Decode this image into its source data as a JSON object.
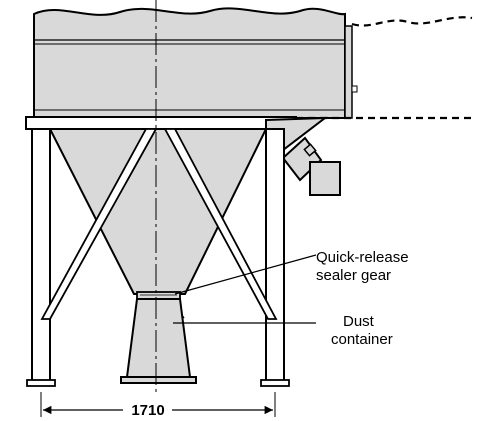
{
  "labels": {
    "sealer_gear_line1": "Quick-release",
    "sealer_gear_line2": "sealer gear",
    "dust_container_line1": "Dust",
    "dust_container_line2": "container"
  },
  "dimension": {
    "width_value": "1710"
  },
  "colors": {
    "fill_gray": "#d9d9d9",
    "stroke": "#000000"
  }
}
